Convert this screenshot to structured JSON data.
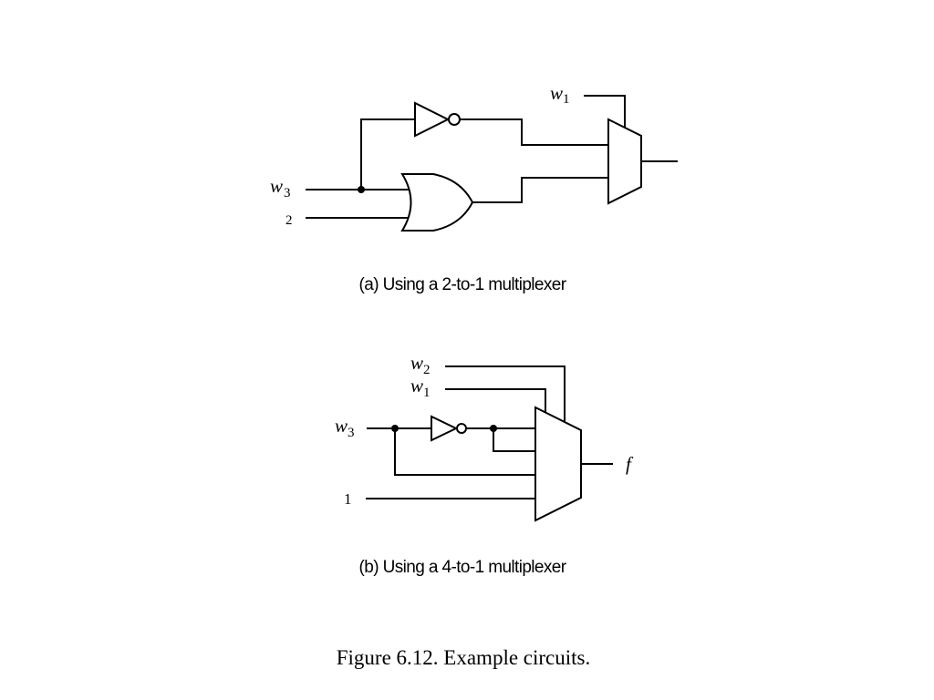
{
  "circuit_a": {
    "caption": "(a) Using a 2-to-1 multiplexer",
    "inputs": {
      "w3": {
        "var": "w",
        "sub": "3"
      },
      "x2": {
        "var": "",
        "sub": "2"
      },
      "w1": {
        "var": "w",
        "sub": "1"
      }
    }
  },
  "circuit_b": {
    "caption": "(b) Using a 4-to-1 multiplexer",
    "inputs": {
      "w2": {
        "var": "w",
        "sub": "2"
      },
      "w1": {
        "var": "w",
        "sub": "1"
      },
      "w3": {
        "var": "w",
        "sub": "3"
      },
      "one": "1"
    },
    "output": "f"
  },
  "figure_caption": "Figure 6.12.  Example circuits."
}
